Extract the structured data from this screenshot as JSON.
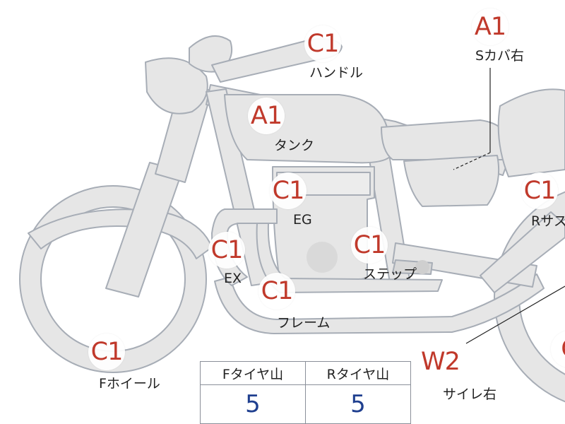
{
  "grades": [
    {
      "id": "handle",
      "grade": "C1"
    },
    {
      "id": "s-cover-right",
      "grade": "A1"
    },
    {
      "id": "tank",
      "grade": "A1"
    },
    {
      "id": "engine",
      "grade": "C1"
    },
    {
      "id": "r-suspension",
      "grade": "C1"
    },
    {
      "id": "exhaust",
      "grade": "C1"
    },
    {
      "id": "step",
      "grade": "C1"
    },
    {
      "id": "frame",
      "grade": "C1"
    },
    {
      "id": "f-wheel",
      "grade": "C1"
    },
    {
      "id": "side-rail-right",
      "grade": "W2"
    },
    {
      "id": "rear-wheel-partial",
      "grade": "C"
    }
  ],
  "parts": {
    "handle": "ハンドル",
    "s_cover_right": "Sカバ右",
    "tank": "タンク",
    "engine": "EG",
    "r_suspension": "Rサス",
    "exhaust": "EX",
    "step": "ステップ",
    "frame": "フレーム",
    "f_wheel": "Fホイール",
    "side_rail_right": "サイレ右"
  },
  "tread_table": {
    "headers": [
      "Fタイヤ山",
      "Rタイヤ山"
    ],
    "values": [
      "5",
      "5"
    ]
  },
  "colors": {
    "grade_text": "#c0392b",
    "tread_value": "#1f3f8f",
    "bike_fill": "#e6e6e6",
    "bike_stroke": "#a7adb6"
  }
}
